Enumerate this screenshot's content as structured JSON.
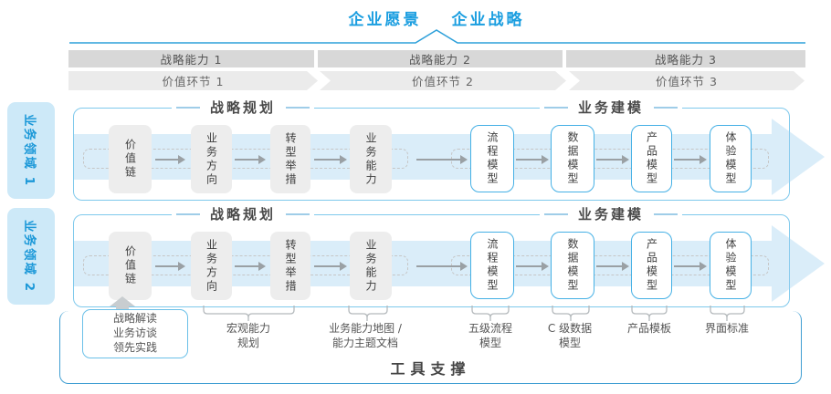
{
  "header": {
    "vision": "企业愿景",
    "strategy": "企业战略"
  },
  "capability_bars": [
    {
      "label": "战略能力 1"
    },
    {
      "label": "战略能力 2"
    },
    {
      "label": "战略能力 3"
    }
  ],
  "value_chain": [
    {
      "label": "价值环节 1"
    },
    {
      "label": "价值环节 2"
    },
    {
      "label": "价值环节 3"
    }
  ],
  "domains": [
    {
      "label": "业务领域 1"
    },
    {
      "label": "业务领域 2"
    }
  ],
  "rows": [
    {
      "planning_title": "战略规划",
      "modeling_title": "业务建模",
      "boxes": [
        {
          "label": "价值链"
        },
        {
          "label": "业务方向"
        },
        {
          "label": "转型举措"
        },
        {
          "label": "业务能力"
        },
        {
          "label": "流程模型"
        },
        {
          "label": "数据模型"
        },
        {
          "label": "产品模型"
        },
        {
          "label": "体验模型"
        }
      ]
    },
    {
      "planning_title": "战略规划",
      "modeling_title": "业务建模",
      "boxes": [
        {
          "label": "价值链"
        },
        {
          "label": "业务方向"
        },
        {
          "label": "转型举措"
        },
        {
          "label": "业务能力"
        },
        {
          "label": "流程模型"
        },
        {
          "label": "数据模型"
        },
        {
          "label": "产品模型"
        },
        {
          "label": "体验模型"
        }
      ]
    }
  ],
  "footer": {
    "practice_box": {
      "lines": [
        "战略解读",
        "业务访谈",
        "领先实践"
      ]
    },
    "annotations": [
      {
        "lines": [
          "宏观能力",
          "规划"
        ]
      },
      {
        "lines": [
          "业务能力地图 /",
          "能力主题文档"
        ]
      },
      {
        "lines": [
          "五级流程",
          "模型"
        ]
      },
      {
        "lines": [
          "C 级数据",
          "模型"
        ]
      },
      {
        "lines": [
          "产品模板"
        ]
      },
      {
        "lines": [
          "界面标准"
        ]
      }
    ],
    "tools_title": "工具支撑"
  },
  "colors": {
    "accent_blue": "#1b9ee0",
    "row_border_blue": "#7fc9ec",
    "outline_box_blue": "#45b0e5",
    "domain_fill": "#cde9f8",
    "bar_gray": "#d8d8d8",
    "chevron_gray": "#ebebeb",
    "box_gray": "#ededed",
    "tools_border_blue": "#3f9ed2"
  }
}
